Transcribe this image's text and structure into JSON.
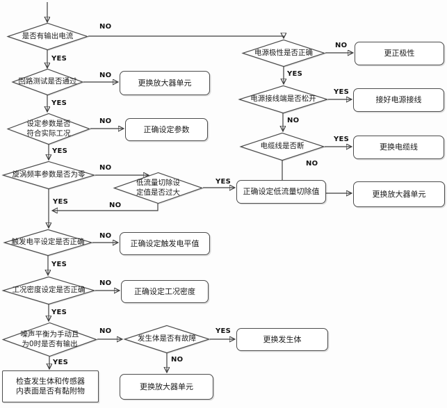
{
  "labels": {
    "yes": "YES",
    "no": "NO"
  },
  "nodes": {
    "d1": {
      "type": "decision",
      "label": "是否有输出电流"
    },
    "d2": {
      "type": "decision",
      "label": "回路测试是否通过"
    },
    "b1": {
      "type": "process",
      "label": "更换放大器单元"
    },
    "d3": {
      "type": "decision",
      "label": "设定参数是否\n符合实际工况"
    },
    "b2": {
      "type": "process",
      "label": "正确设定参数"
    },
    "d4": {
      "type": "decision",
      "label": "旋涡频率参数是否为零"
    },
    "d5": {
      "type": "decision",
      "label": "低流量切除设\n定值是否过大"
    },
    "b3": {
      "type": "process",
      "label": "正确设定低流量切除值"
    },
    "d6": {
      "type": "decision",
      "label": "触发电平设定是否正确"
    },
    "b4": {
      "type": "process",
      "label": "正确设定触发电平值"
    },
    "d7": {
      "type": "decision",
      "label": "工况密度设定是否正确"
    },
    "b5": {
      "type": "process",
      "label": "正确设定工况密度"
    },
    "d8": {
      "type": "decision",
      "label": "噪声平衡为手动且\n为0时是否有输出"
    },
    "d9": {
      "type": "decision",
      "label": "发生体是否有故障"
    },
    "b6": {
      "type": "process",
      "label": "更换发生体"
    },
    "b7": {
      "type": "process",
      "label": "更换放大器单元"
    },
    "b8": {
      "type": "process",
      "label": "检查发生体和传感器\n内表面是否有黏附物"
    },
    "dr1": {
      "type": "decision",
      "label": "电源极性是否正确"
    },
    "br1": {
      "type": "process",
      "label": "更正极性"
    },
    "dr2": {
      "type": "decision",
      "label": "电源接线端是否松开"
    },
    "br2": {
      "type": "process",
      "label": "接好电源接线"
    },
    "dr3": {
      "type": "decision",
      "label": "电缆线是否断"
    },
    "br3": {
      "type": "process",
      "label": "更换电缆线"
    },
    "br4": {
      "type": "process",
      "label": "更换放大器单元"
    }
  },
  "edges": [
    {
      "from": "start",
      "to": "d1",
      "label": ""
    },
    {
      "from": "d1",
      "to": "dr1",
      "label": "NO"
    },
    {
      "from": "d1",
      "to": "d2",
      "label": "YES"
    },
    {
      "from": "d2",
      "to": "b1",
      "label": "NO"
    },
    {
      "from": "d2",
      "to": "d3",
      "label": "YES"
    },
    {
      "from": "d3",
      "to": "b2",
      "label": "NO"
    },
    {
      "from": "d3",
      "to": "d4",
      "label": "YES"
    },
    {
      "from": "d4",
      "to": "d5",
      "label": "NO"
    },
    {
      "from": "d4",
      "to": "d6",
      "label": "YES"
    },
    {
      "from": "d5",
      "to": "b3",
      "label": "YES"
    },
    {
      "from": "d5",
      "to": "d6",
      "label": "NO"
    },
    {
      "from": "d6",
      "to": "b4",
      "label": "NO"
    },
    {
      "from": "d6",
      "to": "d7",
      "label": "YES"
    },
    {
      "from": "d7",
      "to": "b5",
      "label": "NO"
    },
    {
      "from": "d7",
      "to": "d8",
      "label": "YES"
    },
    {
      "from": "d8",
      "to": "d9",
      "label": "NO"
    },
    {
      "from": "d8",
      "to": "b8",
      "label": "YES"
    },
    {
      "from": "d9",
      "to": "b6",
      "label": "YES"
    },
    {
      "from": "d9",
      "to": "b7",
      "label": "NO"
    },
    {
      "from": "dr1",
      "to": "br1",
      "label": "NO"
    },
    {
      "from": "dr1",
      "to": "dr2",
      "label": "YES"
    },
    {
      "from": "dr2",
      "to": "br2",
      "label": "YES"
    },
    {
      "from": "dr2",
      "to": "dr3",
      "label": "NO"
    },
    {
      "from": "dr3",
      "to": "br3",
      "label": "YES"
    },
    {
      "from": "dr3",
      "to": "br4",
      "label": "NO"
    }
  ]
}
